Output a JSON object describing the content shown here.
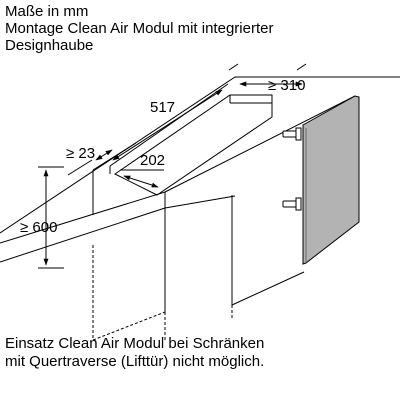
{
  "header": {
    "line1": "Maße in mm",
    "line2": "Montage Clean Air Modul mit integrierter",
    "line3": "Designhaube"
  },
  "dimensions": {
    "depth": "≥ 310",
    "cutout_width": "517",
    "front_distance": "≥ 23",
    "cutout_depth": "202",
    "height": "≥ 600"
  },
  "footer": {
    "line1": "Einsatz Clean Air Modul bei Schränken",
    "line2": "mit Quertraverse (Lifttür) nicht möglich."
  },
  "colors": {
    "line": "#000000",
    "door_fill": "#b3b3b3",
    "background": "#ffffff"
  }
}
